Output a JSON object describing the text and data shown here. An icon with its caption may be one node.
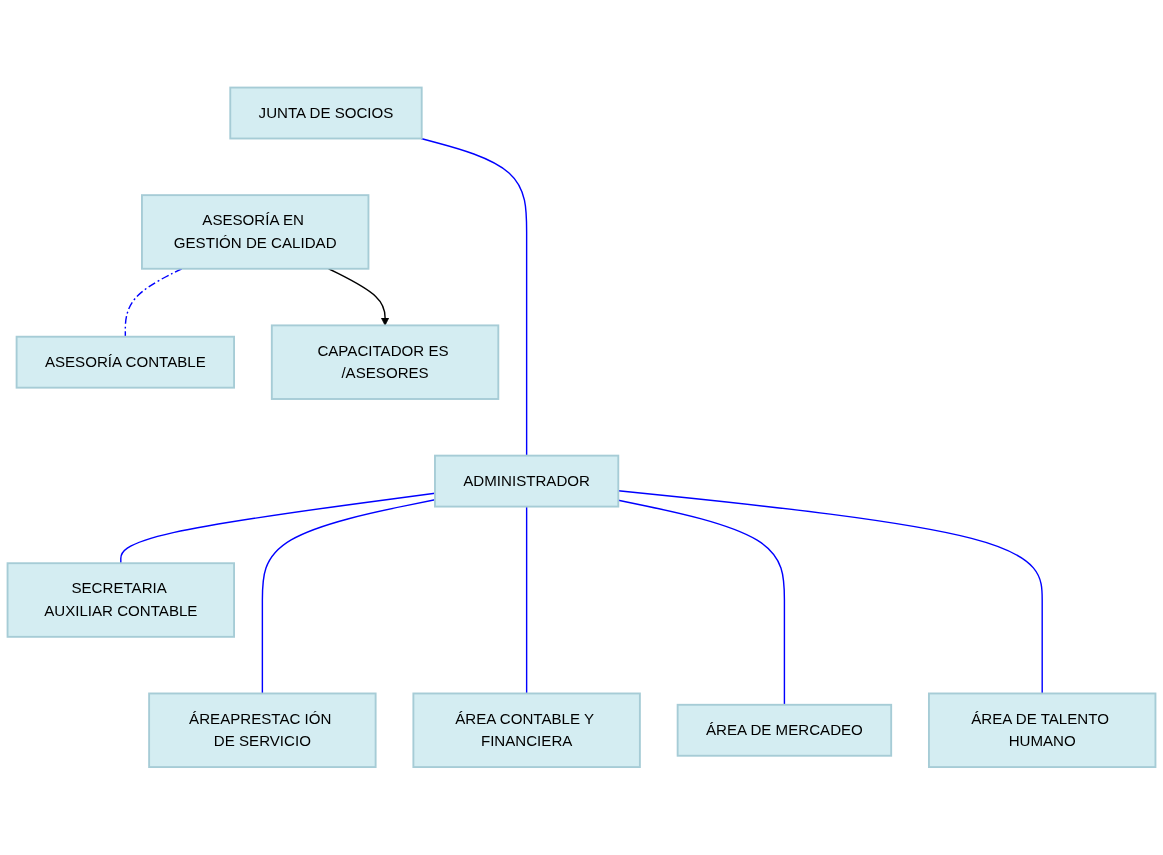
{
  "diagram": {
    "nodes": [
      {
        "text": [
          "JUNTA DE SOCIOS"
        ]
      },
      {
        "text": [
          "ASESORÍA EN GESTIÓN DE CALIDAD"
        ]
      },
      {
        "text": [
          "ASESORÍA CONTABLE"
        ]
      },
      {
        "text": [
          "ADMINISTRADOR"
        ]
      },
      {
        "text": [
          "CAPACITADOR ES /ASESORES"
        ]
      },
      {
        "text": [
          "SECRETARIA AUXILIAR CONTABLE"
        ]
      },
      {
        "text": [
          "ÁREAPRESTAC IÓN DE SERVICIO"
        ]
      },
      {
        "text": [
          "ÁREA CONTABLE Y FINANCIERA"
        ]
      },
      {
        "text": [
          "ÁREA DE MERCADEO"
        ]
      },
      {
        "text": [
          "ÁREA DE TALENTO HUMANO"
        ]
      }
    ],
    "edges": [
      {
        "from": 0,
        "to": 3,
        "arrow": "none",
        "color": "#0000ff"
      },
      {
        "from": 1,
        "to": 2,
        "arrow": "none",
        "style": "dashed",
        "color": "#0000ff"
      },
      {
        "from": 1,
        "to": 4,
        "arrow": "to",
        "color": "#000000"
      },
      {
        "from": 3,
        "to": 5,
        "arrow": "none",
        "color": "#0000ff"
      },
      {
        "from": 3,
        "to": 6,
        "arrow": "none",
        "color": "#0000ff"
      },
      {
        "from": 3,
        "to": 7,
        "arrow": "none",
        "color": "#0000ff"
      },
      {
        "from": 3,
        "to": 8,
        "arrow": "none",
        "color": "#0000ff"
      },
      {
        "from": 3,
        "to": 9,
        "arrow": "none",
        "color": "#0000ff"
      }
    ]
  }
}
